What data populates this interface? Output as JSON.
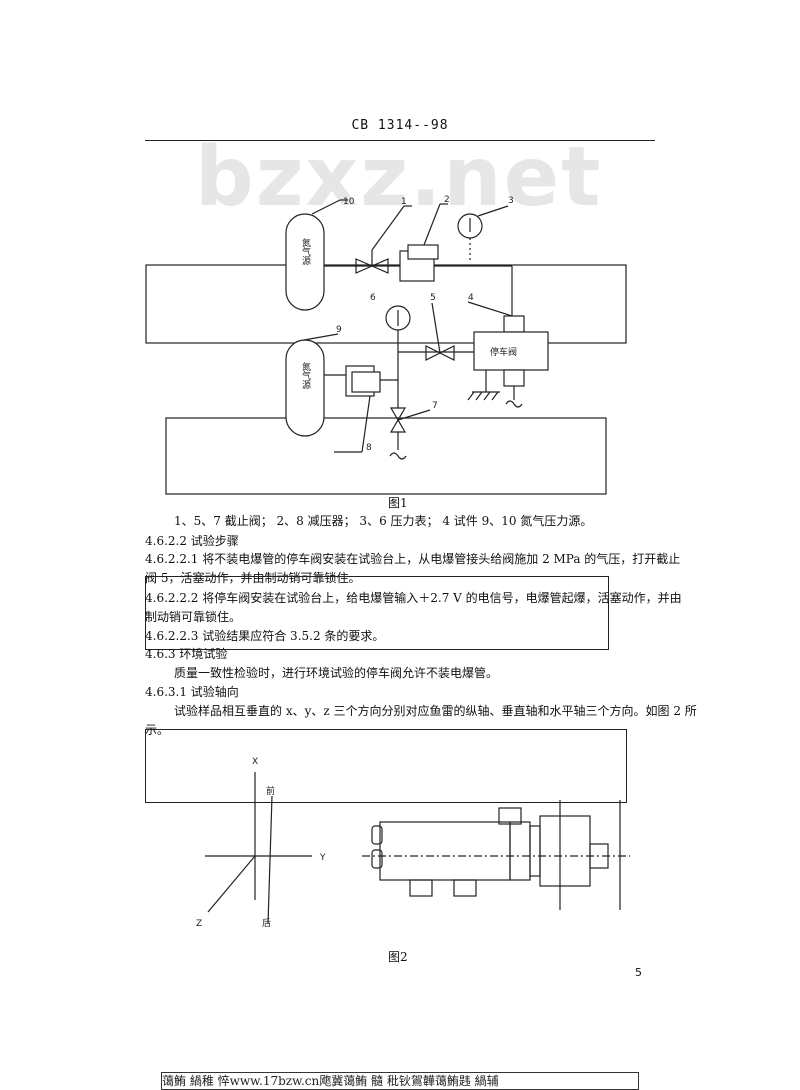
{
  "header": {
    "doc_code": "CB 1314--98"
  },
  "watermark": {
    "text": "bzxz.net"
  },
  "figure1": {
    "labels": {
      "n10": "10",
      "n1": "1",
      "n2": "2",
      "n3": "3",
      "n4": "4",
      "n5": "5",
      "n6": "6",
      "n7": "7",
      "n8": "8",
      "n9": "9",
      "nitrogen_top": "氮气源",
      "nitrogen_bottom": "氮气源",
      "park_valve": "停车阀"
    },
    "title": "图1",
    "legend": "1、5、7  截止阀；   2、8  减压器；   3、6  压力表；   4  试件      9、10  氮气压力源。"
  },
  "sections": {
    "s1": "4.6.2.2  试验步骤",
    "s2_line1": "4.6.2.2.1  将不装电爆管的停车阀安装在试验台上，从电爆管接头给阀施加 2 MPa 的气压，打开截止",
    "s2_line2": "阀 5，活塞动作，并由制动销可靠锁住。",
    "s3_line1": "4.6.2.2.2  将停车阀安装在试验台上，给电爆管输入＋2.7 V 的电信号，电爆管起爆，活塞动作，并由",
    "s3_line2": "制动销可靠锁住。",
    "s4": "4.6.2.2.3  试验结果应符合 3.5.2 条的要求。",
    "s5": "4.6.3  环境试验",
    "s6": "质量一致性检验时，进行环境试验的停车阀允许不装电爆管。",
    "s7": "4.6.3.1  试验轴向",
    "s8_line1": "试验样品相互垂直的 x、y、z 三个方向分别对应鱼雷的纵轴、垂直轴和水平轴三个方向。如图 2 所",
    "s8_line2": "示。"
  },
  "figure2": {
    "axis_x": "X",
    "axis_y": "Y",
    "axis_z": "Z",
    "front": "前",
    "rear": "后",
    "title": "图2"
  },
  "page_number": "5",
  "footer": {
    "text": "蔼鲔   緺稚   悴www.17bzw.cn飑冀蔼鲔   髓   秕钬鴐韡蔼鲔韪       緺辅"
  }
}
